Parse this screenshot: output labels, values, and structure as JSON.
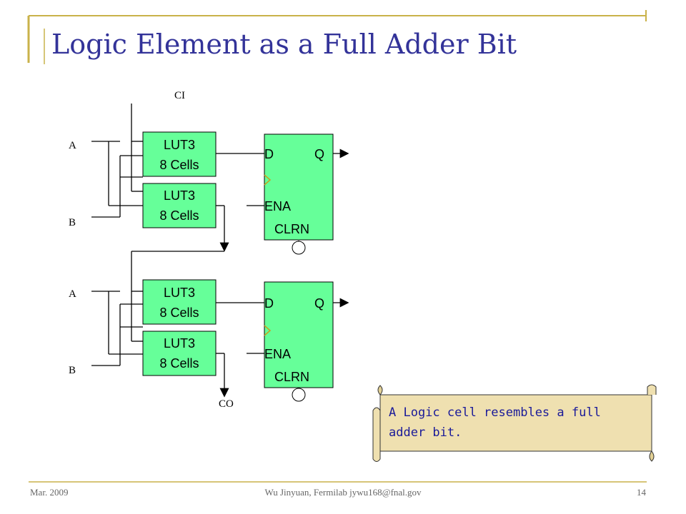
{
  "slide": {
    "title": "Logic Element as a Full Adder Bit"
  },
  "diagram": {
    "signal_ci": "CI",
    "signal_co": "CO",
    "input_a": "A",
    "input_b": "B",
    "lut_line1": "LUT3",
    "lut_line2": "8 Cells",
    "ff_d": "D",
    "ff_q": "Q",
    "ff_ena": "ENA",
    "ff_clrn": "CLRN"
  },
  "note": {
    "line1": "A Logic cell resembles a full",
    "line2": "adder bit."
  },
  "footer": {
    "date": "Mar. 2009",
    "author": "Wu Jinyuan, Fermilab jywu168@fnal.gov",
    "page": "14"
  },
  "colors": {
    "title": "#333399",
    "accent_frame": "#C9B24A",
    "block_fill": "#66FF99",
    "note_fill": "#EFE0B0"
  }
}
